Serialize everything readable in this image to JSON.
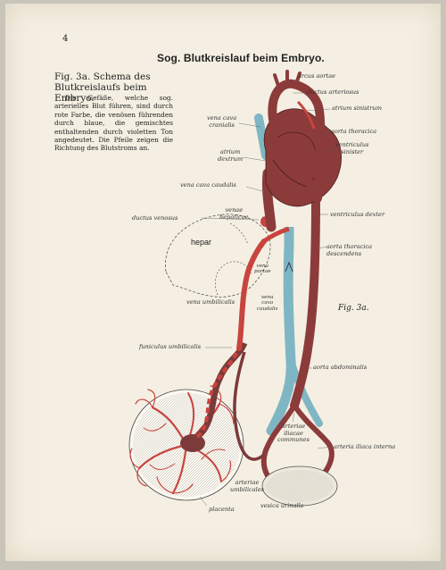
{
  "page": {
    "number": "4",
    "title": "Sog. Blutkreislauf beim Embryo."
  },
  "caption": {
    "heading": "Fig. 3a. Schema des Blutkreislaufs beim Embryo.",
    "body": "Die Gefäße, welche sog. arterielles Blut führen, sind durch rote Farbe, die venösen führenden durch blaue, die gemischtes enthaltenden durch violetten Ton angedeutet. Die Pfeile zeigen die Richtung des Blutstroms an."
  },
  "figure": {
    "label": "Fig. 3a.",
    "labels": {
      "arcus_aortae": "arcus aortae",
      "ductus_arteriosus": "ductus arteriosus",
      "atrium_sinistrum": "atrium sinistrum",
      "vena_cava_cranialis": "vena cava\ncranialis",
      "aorta_thoracica": "aorta thoracica",
      "ventriculus_sinister": "ventriculus\nsinister",
      "atrium_dextrum": "atrium\ndextrum",
      "vena_cava_caudalis": "vena cava caudalis",
      "venae_hepaticae": "venae\nhepaticae",
      "ductus_venosus": "ductus venosus",
      "ventriculus_dexter": "ventriculus dexter",
      "hepar": "hepar",
      "aorta_thoracica_descendens": "aorta thoracica\ndescendens",
      "vena_portae": "vena\nportae",
      "vena_umbilicalis": "vena umbilicalis",
      "vena_cava_caudalis_inner": "vena\ncava\ncaudalis",
      "funiculus_umbilicalis": "funiculus umbilicalis",
      "aorta_abdominalis": "aorta abdominalis",
      "arteriae_iliacae_communes": "arteriae\niliacae\ncommunes",
      "arteria_iliaca_interna": "arteria iliaca interna",
      "arteriae_umbilicales": "arteriae\numbilicales",
      "vesica_urinalis": "vesica urinalis",
      "placenta": "placenta"
    }
  },
  "colors": {
    "arterial": "#c8443f",
    "venous": "#7fb6c4",
    "mixed": "#7c3a3a",
    "heart": "#8c3b3b",
    "paper": "#f4efe2"
  }
}
